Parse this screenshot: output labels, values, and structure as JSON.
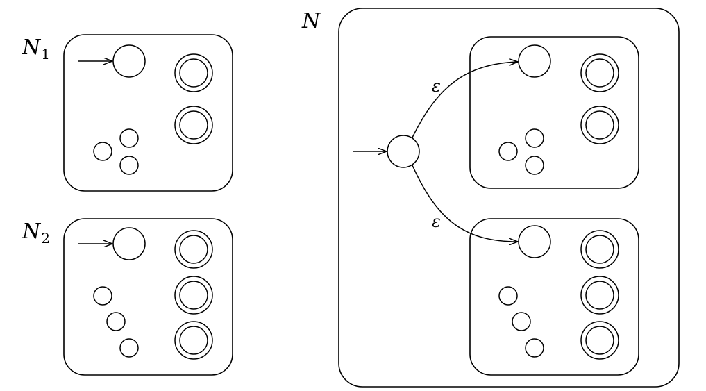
{
  "diagram": {
    "n1": {
      "name": "N",
      "subscript": "1"
    },
    "n2": {
      "name": "N",
      "subscript": "2"
    },
    "n": {
      "name": "N"
    },
    "epsilon_upper": "ε",
    "epsilon_lower": "ε"
  },
  "colors": {
    "stroke": "#000000",
    "background": "#ffffff"
  }
}
